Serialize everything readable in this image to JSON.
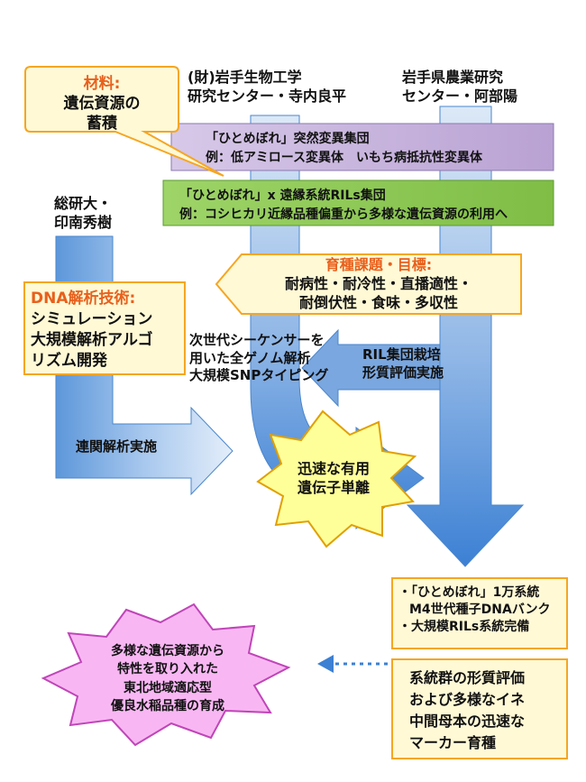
{
  "institutions": {
    "iwate_bio": [
      "(財)岩手生物工学",
      "研究センター・寺内良平"
    ],
    "iwate_agri": [
      "岩手県農業研究",
      "センター・阿部陽"
    ],
    "soken": [
      "総研大・",
      "印南秀樹"
    ]
  },
  "material": {
    "title": "材料:",
    "lines": [
      "遺伝資源の",
      "蓄積"
    ]
  },
  "band_mutant": {
    "line1": "「ひとめぼれ」突然変異集団",
    "line2": "例：低アミロース変異体　いもち病抵抗性変異体"
  },
  "band_ril": {
    "line1": "「ひとめぼれ」x 遠縁系統RILs集団",
    "line2": "例：コシヒカリ近縁品種偏重から多様な遺伝資源の利用へ"
  },
  "breeding": {
    "title": "育種課題・目標:",
    "lines": [
      "耐病性・耐冷性・直播適性・",
      "耐倒伏性・食味・多収性"
    ]
  },
  "dna": {
    "title": "DNA解析技術:",
    "lines": [
      "シミュレーション",
      "大規模解析アルゴ",
      "リズム開発"
    ]
  },
  "ngs": [
    "次世代シーケンサーを",
    "用いた全ゲノム解析",
    "大規模SNPタイピング"
  ],
  "ril_cultivation": [
    "RIL集団栽培",
    "形質評価実施"
  ],
  "association": "連関解析実施",
  "rapid": [
    "迅速な有用",
    "遺伝子単離"
  ],
  "resources": [
    "・「ひとめぼれ」1万系統",
    "M4世代種子DNAバンク",
    "・大規模RILs系統完備"
  ],
  "evaluation": [
    "系統群の形質評価",
    "および多様なイネ",
    "中間母本の迅速な",
    "マーカー育種"
  ],
  "goal": [
    "多様な遺伝資源から",
    "特性を取り入れた",
    "東北地域適応型",
    "優良水稲品種の育成"
  ],
  "colors": {
    "arrow_light": "#dce9f7",
    "arrow_mid": "#8fb6e6",
    "arrow_dark": "#3c80d4",
    "band_mutant": "#c6b2dc",
    "band_ril": "#8dc653",
    "box_fill": "#fff9d6",
    "box_border": "#f5a623",
    "star_fill": "#ffff99",
    "goal_fill": "#f8b7f3",
    "accent_orange": "#e8601c"
  }
}
